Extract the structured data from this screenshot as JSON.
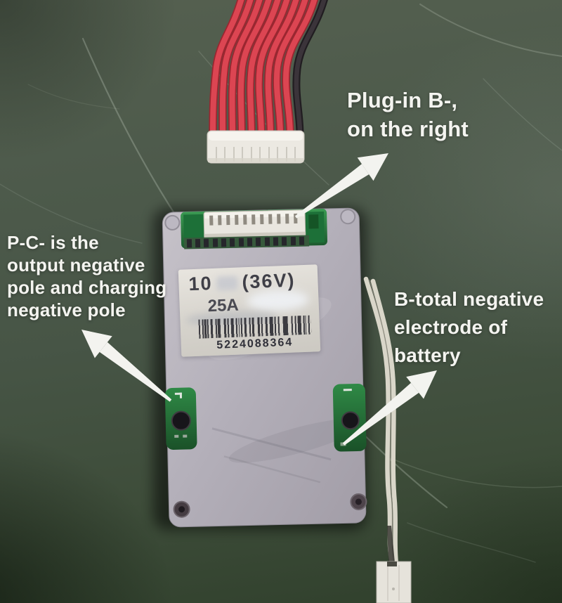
{
  "annotations": {
    "plug_in_b": {
      "lines": [
        "Plug-in B-,",
        "on the right"
      ]
    },
    "pc_negative": {
      "lines": [
        "P-C- is the",
        "output negative",
        "pole and charging",
        "negative pole"
      ]
    },
    "b_total_negative": {
      "lines": [
        "B-total negative",
        "electrode of",
        "battery"
      ]
    }
  },
  "board_label": {
    "cell_count": "10",
    "voltage": "(36V)",
    "current": "25A",
    "barcode_number": "5224088364"
  },
  "colors": {
    "table_green": "#46543f",
    "pcb_green": "#2e7a41",
    "aluminum_plate": "#b4b0ba",
    "balance_wire_red": "#dc4552",
    "annotation_text": "#f4f4f0"
  }
}
